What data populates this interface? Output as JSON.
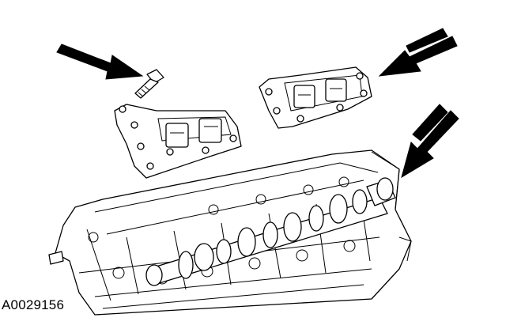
{
  "figure": {
    "id_label": "A0029156",
    "ink_color": "#000000",
    "background_color": "#ffffff"
  },
  "parts": [
    "camshaft-bearing-cap-bolt",
    "camshaft-bearing-cap-left",
    "camshaft-bearing-cap-right",
    "camshaft",
    "cylinder-head"
  ],
  "callout_arrows": [
    "arrow-to-bolt",
    "arrow-to-right-cap",
    "arrow-to-camshaft"
  ]
}
